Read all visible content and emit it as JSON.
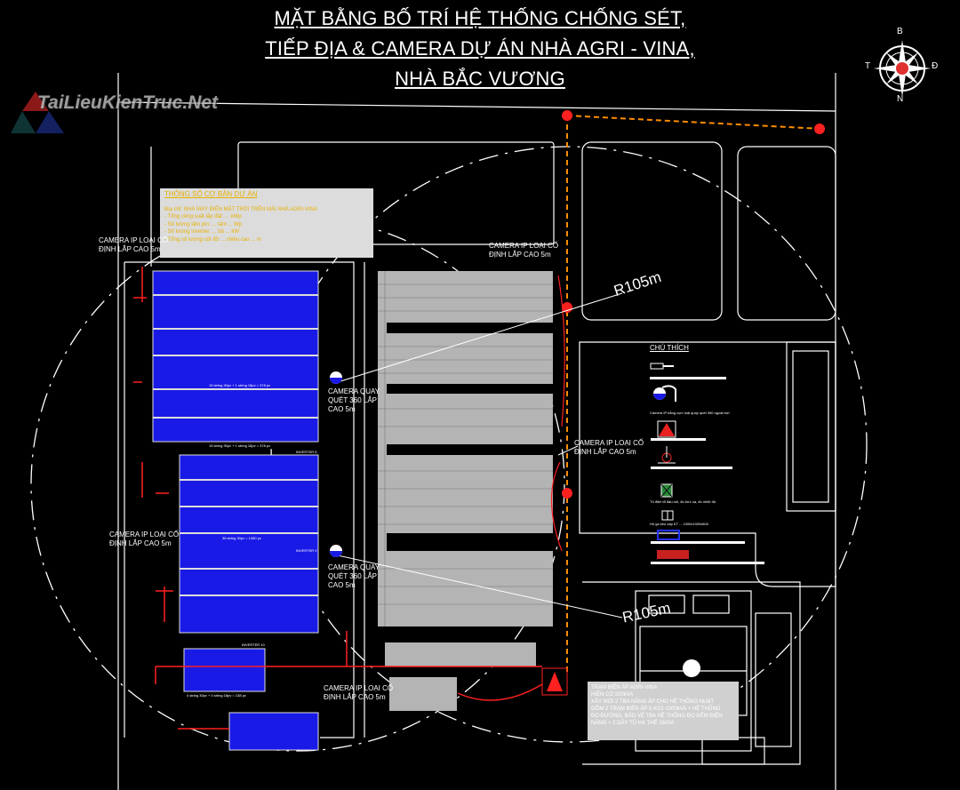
{
  "title": {
    "line1": "MẶT BẰNG BỐ TRÍ HỆ THỐNG CHỐNG SÉT,",
    "line2": "TIẾP ĐỊA & CAMERA DỰ ÁN NHÀ AGRI - VINA,",
    "line3": "NHÀ BẮC VƯƠNG"
  },
  "watermark": "TaiLieuKienTruc.Net",
  "compass": {
    "north_top": "B",
    "west": "T",
    "east": "Đ",
    "south": "N"
  },
  "notes_box": {
    "heading": "THÔNG SỐ CƠ BẢN DỰ ÁN",
    "lines": [
      "Địa chỉ: NHÀ MÁY ĐIỆN MẶT TRỜI TRÊN MÁI NHÀ AGRI-VINA",
      "- Tổng công suất lắp đặt: ... kWp",
      "- Số lượng tấm pin: ... tấm ... Wp",
      "- Số lượng inverter: ... bộ ... kW",
      "- Tổng số lượng cột đỡ ... chiều cao ... m"
    ]
  },
  "camera_labels": {
    "fixed_top_left": [
      "CAMERA IP LOẠI CỐ",
      "ĐỊNH LẮP CAO 5m"
    ],
    "fixed_top_right": [
      "CAMERA IP LOẠI CỐ",
      "ĐỊNH LẮP CAO 5m"
    ],
    "fixed_mid_right": [
      "CAMERA IP LOẠI CỐ",
      "ĐỊNH LẮP CAO 5m"
    ],
    "fixed_mid_left": [
      "CAMERA IP LOẠI CỐ",
      "ĐỊNH LẮP CAO 5m"
    ],
    "fixed_bottom": [
      "CAMERA IP LOẠI CỐ",
      "ĐỊNH LẮP CAO 5m"
    ],
    "ptz_1": [
      "CAMERA QUAY",
      "QUÉT 360 LẮP",
      "CAO 5m"
    ],
    "ptz_2": [
      "CAMERA QUAY",
      "QUÉT 360 LẮP",
      "CAO 5m"
    ]
  },
  "array_labels": {
    "a1": "15 string 30pv + 1 string 18pv = 378 pv",
    "a2": "15 string 30pv + 1 string 18pv = 378 pv",
    "a3": "36 string 30pv = 1080 pv",
    "a4": "4 string 30pv + 0 string 18pv = 138 pv",
    "inv1": "INVERTER 8",
    "inv2": "INVERTER 9",
    "inv3": "INVERTER 10"
  },
  "radius_labels": [
    "R105m",
    "R105m"
  ],
  "legend": {
    "title": "CHÚ THÍCH",
    "items": [
      {
        "icon": "fixed-camera-icon",
        "text": ""
      },
      {
        "icon": "ptz-camera-icon",
        "text": "Camera IP bằng cụm loại quay quét 360 ngoài trời"
      },
      {
        "icon": "lightning-rod-icon",
        "text": ""
      },
      {
        "icon": "grounding-icon",
        "text": ""
      },
      {
        "icon": "junction-box-icon",
        "text": "Tủ điện tổ đấu nối, đo bức xạ, đo nhiệt độ"
      },
      {
        "icon": "cable-pit-icon",
        "text": "Hố ga kéo cáp KT ... 1000x1000x800"
      },
      {
        "icon": "pv-array-icon",
        "text": ""
      },
      {
        "icon": "transformer-icon",
        "text": ""
      }
    ]
  },
  "substation_note": {
    "lines": [
      "TRẠM BIẾN ÁP AGRI-VINA",
      "HIỆN CÓ 320kVA",
      "XÂY MỚI 2 TBA NÂNG ÁP CHO HỆ THỐNG NLMT",
      "GỒM 2 TRẠM BIẾN ÁP 0,4/22-1000kVA + HỆ THỐNG",
      "ĐO ĐƯỜNG, BẢO VỆ TBA HỆ THỐNG ĐO ĐẾM ĐIỆN",
      "NĂNG + 2 DÂY TỦ HẠ THẾ 1600A"
    ]
  },
  "colors": {
    "background": "#000000",
    "pv_blue": "#1a1ae6",
    "red": "#ff2020",
    "orange": "#ffa500",
    "note_text": "#e8b000"
  }
}
